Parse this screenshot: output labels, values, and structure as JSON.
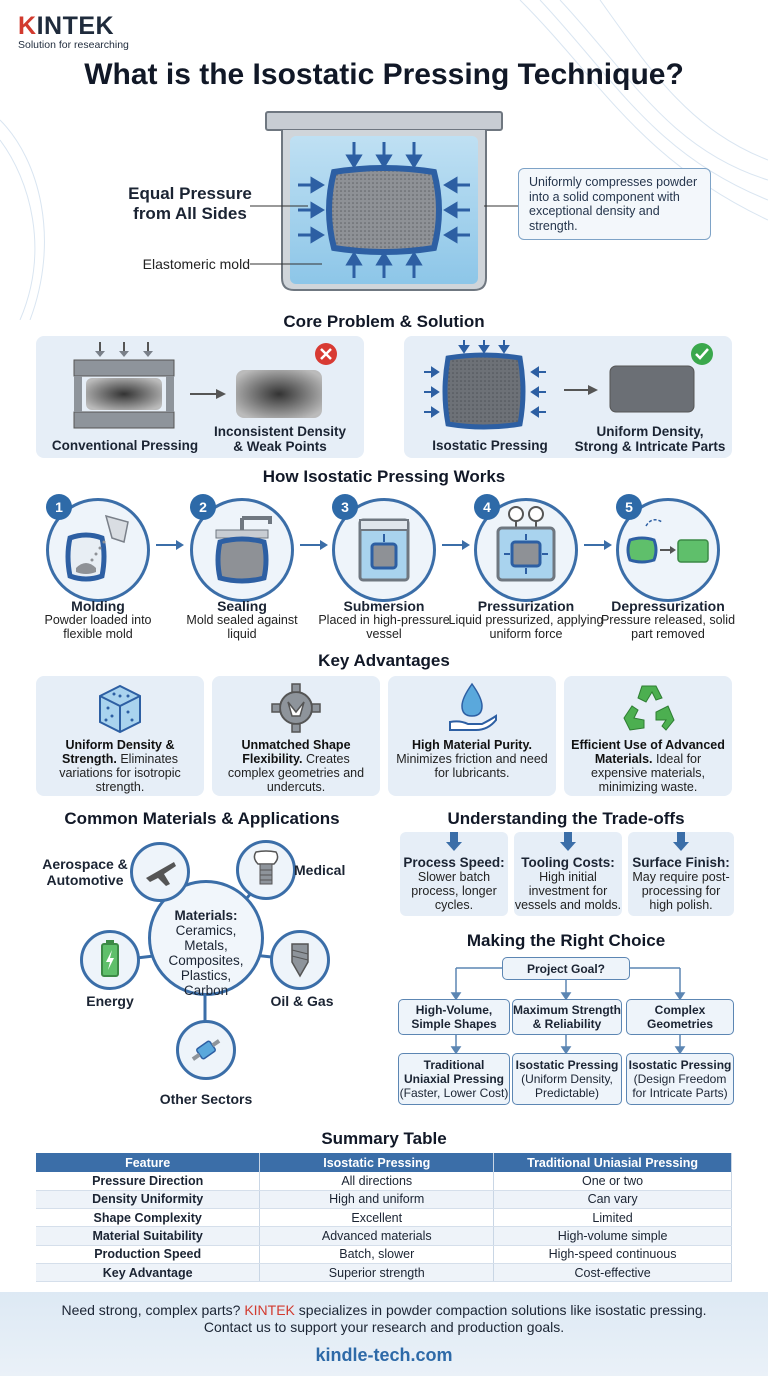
{
  "brand": {
    "name_accent": "K",
    "name_rest": "INTEK",
    "tagline": "Solution for researching"
  },
  "title": "What is the Isostatic Pressing Technique?",
  "hero": {
    "label_pressure": "Equal Pressure from All Sides",
    "label_mold": "Elastomeric mold",
    "callout": "Uniformly compresses powder into a solid component with exceptional density and strength."
  },
  "core": {
    "title": "Core Problem & Solution",
    "conventional": "Conventional Pressing",
    "problem": "Inconsistent Density & Weak Points",
    "isostatic": "Isostatic Pressing",
    "result": "Uniform Density, Strong & Intricate Parts"
  },
  "how": {
    "title": "How Isostatic Pressing Works",
    "steps": [
      {
        "num": "1",
        "title": "Molding",
        "desc": "Powder loaded into flexible mold"
      },
      {
        "num": "2",
        "title": "Sealing",
        "desc": "Mold sealed against liquid"
      },
      {
        "num": "3",
        "title": "Submersion",
        "desc": "Placed in high-pressure vessel"
      },
      {
        "num": "4",
        "title": "Pressurization",
        "desc": "Liquid pressurized, applying uniform force"
      },
      {
        "num": "5",
        "title": "Depressurization",
        "desc": "Pressure released, solid part removed"
      }
    ]
  },
  "advantages": {
    "title": "Key Advantages",
    "items": [
      {
        "bold": "Uniform Density & Strength.",
        "text": "Eliminates variations for isotropic strength."
      },
      {
        "bold": "Unmatched Shape Flexibility.",
        "text": "Creates complex geometries and undercuts."
      },
      {
        "bold": "High Material Purity.",
        "text": "Minimizes friction and need for lubricants."
      },
      {
        "bold": "Efficient Use of Advanced Materials.",
        "text": "Ideal for expensive materials, minimizing waste."
      }
    ]
  },
  "materials": {
    "title": "Common Materials & Applications",
    "center": "Materials: Ceramics, Metals, Composites, Plastics, Carbon",
    "center_head": "Materials:",
    "center_list": [
      "Ceramics,",
      "Metals,",
      "Composites,",
      "Plastics,",
      "Carbon"
    ],
    "aero": "Aerospace & Automotive",
    "medical": "Medical",
    "energy": "Energy",
    "oil": "Oil & Gas",
    "other": "Other Sectors"
  },
  "tradeoffs": {
    "title": "Understanding the Trade-offs",
    "items": [
      {
        "title": "Process Speed:",
        "desc": "Slower batch process, longer cycles."
      },
      {
        "title": "Tooling Costs:",
        "desc": "High initial investment for vessels and molds."
      },
      {
        "title": "Surface Finish:",
        "desc": "May require post-processing for high polish."
      }
    ]
  },
  "choice": {
    "title": "Making the Right Choice",
    "goal": "Project Goal?",
    "opts": [
      "High-Volume, Simple Shapes",
      "Maximum Strength & Reliability",
      "Complex Geometries"
    ],
    "results": [
      {
        "head": "Traditional Uniaxial Pressing",
        "sub": "(Faster, Lower Cost)"
      },
      {
        "head": "Isostatic Pressing",
        "sub": "(Uniform Density, Predictable)"
      },
      {
        "head": "Isostatic Pressing",
        "sub": "(Design Freedom for Intricate Parts)"
      }
    ]
  },
  "table": {
    "title": "Summary Table",
    "headers": [
      "Feature",
      "Isostatic Pressing",
      "Traditional Uniasial Pressing"
    ],
    "rows": [
      [
        "Pressure Direction",
        "All directions",
        "One or two"
      ],
      [
        "Density Uniformity",
        "High and uniform",
        "Can vary"
      ],
      [
        "Shape Complexity",
        "Excellent",
        "Limited"
      ],
      [
        "Material Suitability",
        "Advanced materials",
        "High-volume simple"
      ],
      [
        "Production Speed",
        "Batch, slower",
        "High-speed continuous"
      ],
      [
        "Key Advantage",
        "Superior strength",
        "Cost-effective"
      ]
    ]
  },
  "footer": {
    "line1_pre": "Need strong, complex parts? ",
    "line1_brand": "KINTEK",
    "line1_post": " specializes in powder compaction solutions like isostatic pressing.",
    "line2": "Contact us to support your research and production goals.",
    "url": "kindle-tech.com"
  },
  "colors": {
    "accent": "#d23a2e",
    "blue": "#3b6ea8",
    "panel": "#e6eef7"
  }
}
